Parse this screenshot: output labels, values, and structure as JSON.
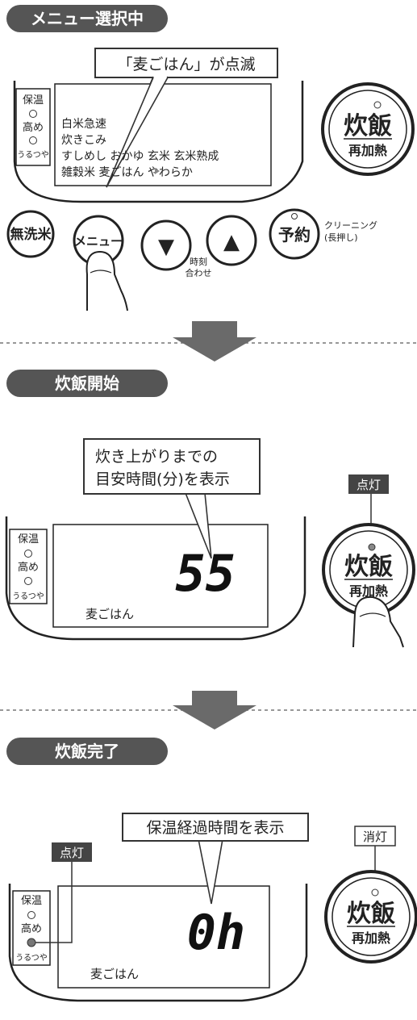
{
  "section1": {
    "banner": "メニュー選択中",
    "callout": "「麦ごはん」が点滅",
    "panel": {
      "keep_warm_label": "保温",
      "high_label": "高め",
      "umami_label": "うるつや",
      "menu_lines": [
        "白米急速",
        "炊きこみ",
        "すしめし おかゆ 玄米 玄米熟成",
        "雑穀米 麦ごはん やわらか"
      ]
    },
    "cook_button": {
      "main": "炊飯",
      "sub": "再加熱"
    },
    "buttons": {
      "musenmai": "無洗米",
      "menu": "メニュー",
      "down_symbol": "▼",
      "up_symbol": "▲",
      "reserve": "予約",
      "cleaning_line1": "クリーニング",
      "cleaning_line2": "(長押し)",
      "time_set_line1": "時刻",
      "time_set_line2": "合わせ"
    }
  },
  "section2": {
    "banner": "炊飯開始",
    "callout_line1": "炊き上がりまでの",
    "callout_line2": "目安時間(分)を表示",
    "display_value": "55",
    "menu_name": "麦ごはん",
    "lamp_label": "点灯",
    "panel": {
      "keep_warm_label": "保温",
      "high_label": "高め",
      "umami_label": "うるつや"
    },
    "cook_button": {
      "main": "炊飯",
      "sub": "再加熱"
    }
  },
  "section3": {
    "banner": "炊飯完了",
    "callout": "保温経過時間を表示",
    "display_value": "0h",
    "menu_name": "麦ごはん",
    "lamp_on_label": "点灯",
    "lamp_off_label": "消灯",
    "panel": {
      "keep_warm_label": "保温",
      "high_label": "高め",
      "umami_label": "うるつや"
    },
    "cook_button": {
      "main": "炊飯",
      "sub": "再加熱"
    }
  },
  "colors": {
    "banner": "#555555",
    "arrow": "#6a6a6a",
    "lcd_digit": "#111111"
  }
}
